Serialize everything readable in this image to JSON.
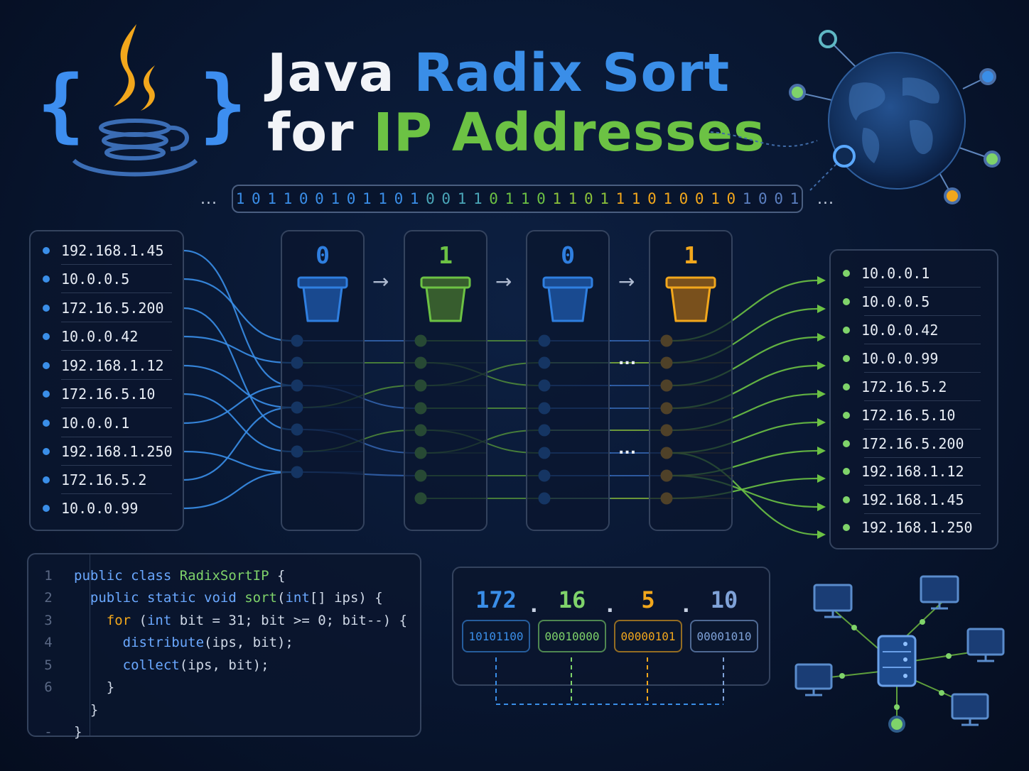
{
  "header": {
    "title_line1_a": "Java",
    "title_line1_b": "Radix Sort",
    "title_line2_a": "for",
    "title_line2_b": "IP Addresses",
    "brace_open": "{",
    "brace_close": "}"
  },
  "binary_strip": {
    "bits": "101100101101001101101101110100101001",
    "ellipsis_left": "...",
    "ellipsis_right": "..."
  },
  "input_list": [
    "192.168.1.45",
    "10.0.0.5",
    "172.16.5.200",
    "10.0.0.42",
    "192.168.1.12",
    "172.16.5.10",
    "10.0.0.1",
    "192.168.1.250",
    "172.16.5.2",
    "10.0.0.99"
  ],
  "buckets": [
    {
      "digit": "0",
      "color": "#2f7fe0",
      "dots": 7
    },
    {
      "digit": "1",
      "color": "#6cc244",
      "dots": 8
    },
    {
      "digit": "0",
      "color": "#2f7fe0",
      "dots": 8
    },
    {
      "digit": "1",
      "color": "#f2a71c",
      "dots": 8
    }
  ],
  "bucket_ellipsis": [
    "...",
    "..."
  ],
  "arrows": [
    "→",
    "→",
    "→"
  ],
  "output_list": [
    "10.0.0.1",
    "10.0.0.5",
    "10.0.0.42",
    "10.0.0.99",
    "172.16.5.2",
    "172.16.5.10",
    "172.16.5.200",
    "192.168.1.12",
    "192.168.1.45",
    "192.168.1.250"
  ],
  "code": {
    "line_numbers": [
      "1",
      "2",
      "3",
      "4",
      "5",
      "6",
      "",
      "-"
    ],
    "lines": [
      [
        {
          "t": "public class ",
          "c": "#6aa8ff"
        },
        {
          "t": "RadixSortIP",
          "c": "#7fd36a"
        },
        {
          "t": " {",
          "c": "#cfd8e6"
        }
      ],
      [
        {
          "t": "  public static void ",
          "c": "#6aa8ff"
        },
        {
          "t": "sort",
          "c": "#7fd36a"
        },
        {
          "t": "(",
          "c": "#cfd8e6"
        },
        {
          "t": "int",
          "c": "#6aa8ff"
        },
        {
          "t": "[] ips) {",
          "c": "#cfd8e6"
        }
      ],
      [
        {
          "t": "    for",
          "c": "#f2a71c"
        },
        {
          "t": " (",
          "c": "#cfd8e6"
        },
        {
          "t": "int",
          "c": "#6aa8ff"
        },
        {
          "t": " bit = 31; bit >= 0; bit--) {",
          "c": "#cfd8e6"
        }
      ],
      [
        {
          "t": "      distribute",
          "c": "#6aa8ff"
        },
        {
          "t": "(ips, bit);",
          "c": "#cfd8e6"
        }
      ],
      [
        {
          "t": "      collect",
          "c": "#6aa8ff"
        },
        {
          "t": "(ips, bit);",
          "c": "#cfd8e6"
        }
      ],
      [
        {
          "t": "    }",
          "c": "#cfd8e6"
        }
      ],
      [
        {
          "t": "  }",
          "c": "#cfd8e6"
        }
      ],
      [
        {
          "t": "}",
          "c": "#cfd8e6"
        }
      ]
    ]
  },
  "octets": [
    {
      "value": "172",
      "binary": "10101100",
      "color": "#3a8ee8"
    },
    {
      "value": "16",
      "binary": "00010000",
      "color": "#7fd36a"
    },
    {
      "value": "5",
      "binary": "00000101",
      "color": "#f2a71c"
    },
    {
      "value": "10",
      "binary": "00001010",
      "color": "#7fa2d8"
    }
  ],
  "octet_separator": ".",
  "icons": {
    "logo": "java-coffee-cup-icon",
    "globe": "globe-network-icon",
    "network": "server-network-icon"
  }
}
